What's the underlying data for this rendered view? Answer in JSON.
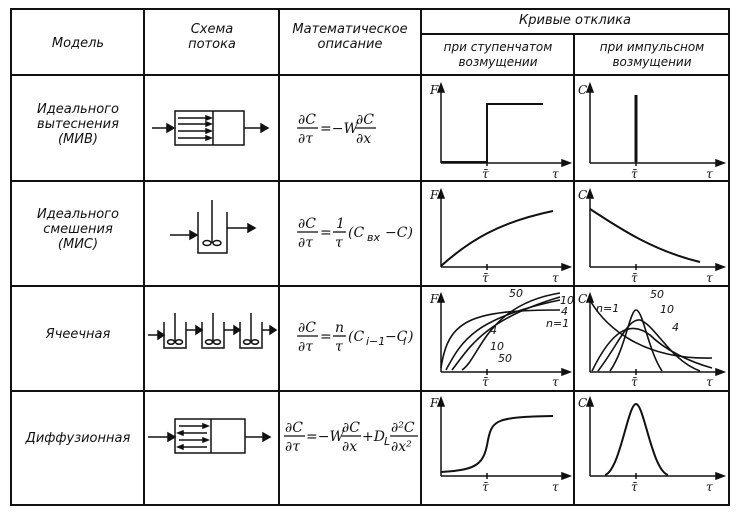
{
  "header": {
    "model": "Модель",
    "scheme": "Схема\nпотока",
    "math": "Математическое\nописание",
    "curves": "Кривые отклика",
    "step": "при ступенчатом\nвозмущении",
    "impulse": "при импульсном\nвозмущении"
  },
  "rows": [
    {
      "model": "Идеального\nвытеснения\n(МИВ)"
    },
    {
      "model": "Идеального\nсмешения\n(МИС)"
    },
    {
      "model": "Ячеечная"
    },
    {
      "model": "Диффузионная"
    }
  ],
  "formulas": {
    "row1": {
      "lhs_num": "∂C",
      "lhs_den": "∂τ",
      "eq": "=−W",
      "rhs_num": "∂C",
      "rhs_den": "∂x"
    },
    "row2": {
      "lhs_num": "∂C",
      "lhs_den": "∂τ",
      "eq": "=",
      "rhs_num": "1",
      "rhs_den": "τ",
      "tail": "(C",
      "sub": "вх",
      "tail2": "−C)"
    },
    "row3": {
      "lhs_num": "∂C",
      "lhs_den": "∂τ",
      "eq": "=",
      "rhs_num": "n",
      "rhs_den": "τ",
      "tail": "(C",
      "sub": "i−1",
      "tail2": "−C",
      "sub2": "i",
      "tail3": ")"
    },
    "row4": {
      "lhs_num": "∂C",
      "lhs_den": "∂τ",
      "eq": "=−W",
      "rhs_num": "∂C",
      "rhs_den": "∂x",
      "plus": "+D",
      "sub": "L",
      "rhs2_num": "∂²C",
      "rhs2_den": "∂x²"
    }
  },
  "axes": {
    "step_y": "F",
    "impulse_y": "C",
    "x": "τ",
    "tick": "τ̄"
  },
  "cell_labels": {
    "step_n": [
      "50",
      "10",
      "4",
      "n=1",
      "4",
      "10",
      "50"
    ],
    "impulse_n": [
      "n=1",
      "50",
      "10",
      "4"
    ]
  },
  "colors": {
    "ink": "#111111",
    "background": "#ffffff"
  }
}
